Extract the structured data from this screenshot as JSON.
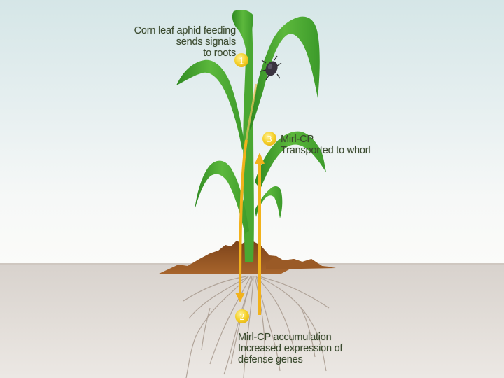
{
  "diagram": {
    "title": "Corn defense signaling against corn leaf aphid",
    "steps": [
      {
        "number": "1",
        "lines": [
          "Corn leaf aphid feeding",
          "sends signals",
          "to roots"
        ]
      },
      {
        "number": "2",
        "lines": [
          "Mirl-CP accumulation",
          "Increased expression of",
          "defense genes"
        ]
      },
      {
        "number": "3",
        "lines": [
          "Mirl-CP",
          "Transported to whorl"
        ]
      }
    ],
    "arrows": [
      {
        "from": "leaves",
        "to": "roots",
        "direction": "down"
      },
      {
        "from": "roots",
        "to": "whorl",
        "direction": "up"
      }
    ],
    "colors": {
      "leaf": "#3d9a2c",
      "leaf_light": "#6cc04a",
      "soil": "#8a4f22",
      "root": "#9c8d80",
      "arrow": "#f2b21b",
      "marker": "#f2cf2a",
      "text": "#3a4a2e"
    }
  }
}
